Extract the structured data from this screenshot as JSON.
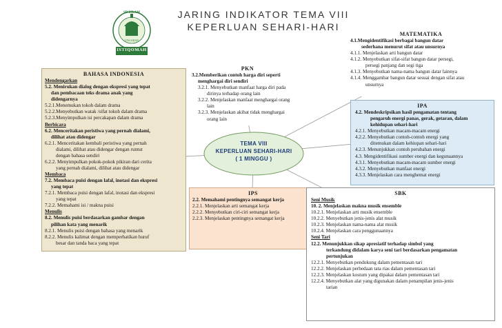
{
  "title": {
    "line1": "JARING INDIKATOR TEMA VIII",
    "line2": "KEPERLUAN SEHARI-HARI"
  },
  "logo": {
    "top_text": "SD ISLAM",
    "bottom_text": "ISTIQOMAH",
    "sub_text": "UNGARAN"
  },
  "center": {
    "line1": "TEMA VIII",
    "line2": "KEPERLUAN SEHARI-HARI",
    "line3": "( 1 MINGGU )"
  },
  "bahasa_indonesia": {
    "heading": "BAHASA INDONESIA",
    "lines": [
      {
        "text": "Mendengarkan",
        "style": "u"
      },
      {
        "text": "5.2.  Menirukan dialog dengan ekspresi yang tepat",
        "style": "b"
      },
      {
        "text": "dan pembacaan teks drama anak yang",
        "style": "b i1"
      },
      {
        "text": "didengarnya",
        "style": "b i1"
      },
      {
        "text": "5.2.1.Menemukan tokoh dalam drama",
        "style": ""
      },
      {
        "text": "5.2.2.Menyebutkan watak /sifat tokoh dalam drama",
        "style": ""
      },
      {
        "text": "5.2.3.Menyimpulkan isi percakapan dalam drama",
        "style": ""
      },
      {
        "text": "Berbicara",
        "style": "u"
      },
      {
        "text": "6.2. Menceritakan peristiwa yang pernah dialami,",
        "style": "b"
      },
      {
        "text": "dilihat atau didengar",
        "style": "b i1"
      },
      {
        "text": "6.2.1. Menceritakan kembali  peristiwa yang pernah",
        "style": ""
      },
      {
        "text": "dialami, dilihat atau didengar dengan runtut",
        "style": "i2"
      },
      {
        "text": "dengan bahasa sendiri",
        "style": "i2"
      },
      {
        "text": "6.2.2. Menyimpulkan pokok-pokok pikiran dari cerita",
        "style": ""
      },
      {
        "text": "yang pernah dialami, dilihat atau didengar",
        "style": "i2"
      },
      {
        "text": "Membaca",
        "style": "u"
      },
      {
        "text": "7.2. Membaca puisi dengan lafal, inotasi dan ekspresi",
        "style": "b"
      },
      {
        "text": "yang tepat",
        "style": "b i1"
      },
      {
        "text": "7.2.1. Membaca puisi dengan lafal, inotasi dan ekspresi",
        "style": ""
      },
      {
        "text": "yang tepat",
        "style": "i2"
      },
      {
        "text": "7.2.2.   Memahami isi / makna puisi",
        "style": ""
      },
      {
        "text": "Menulis",
        "style": "u"
      },
      {
        "text": "8.2. Menulis puisi berdasarkan gambar dengan",
        "style": "b"
      },
      {
        "text": "pilihan kata yang menarik",
        "style": "b i1"
      },
      {
        "text": "8.2.1.  Menulis puisi dengan bahasa yang menarik",
        "style": ""
      },
      {
        "text": "8.2.2.  Menulis kalimat dengan memperhatikan huruf",
        "style": ""
      },
      {
        "text": "besar dan tanda baca yang tepat",
        "style": "i2"
      }
    ]
  },
  "pkn": {
    "heading": "PKN",
    "lines": [
      {
        "text": "3.2.Memberikan contoh harga diri seperti",
        "style": "b"
      },
      {
        "text": "menghargai diri sendiri",
        "style": "b i1"
      },
      {
        "text": "3.2.1. Menyebutkan manfaat harga diri pada",
        "style": "i1"
      },
      {
        "text": "dirinya terhadap orang lain",
        "style": "i3"
      },
      {
        "text": "3.2.2. Menjelaskan manfaat menghargai orang",
        "style": "i1"
      },
      {
        "text": "lain",
        "style": "i3"
      },
      {
        "text": "3.2.3. Menjelaskan akibat tidak menghargai",
        "style": "i1"
      },
      {
        "text": "orang lain",
        "style": "i3"
      }
    ]
  },
  "matematika": {
    "heading": "MATEMATIKA",
    "lines": [
      {
        "text": "4.1.Mengidentifikasi berbagai bangun datar",
        "style": "b"
      },
      {
        "text": "sederhana menurut sifat atau unsurnya",
        "style": "b i2"
      },
      {
        "text": "4.1.1. Menjelaskan arti bangun datar",
        "style": ""
      },
      {
        "text": "4.1.2. Menyebutkan sifat-sifat bangun datar persegi,",
        "style": ""
      },
      {
        "text": "persegi panjang dan segi tiga",
        "style": "i3"
      },
      {
        "text": "4.1.3. Menyebutkan nama-nama bangun datar lainnya",
        "style": ""
      },
      {
        "text": "4.1.4. Menggambar bangun datar sesuai dengan sifat atau",
        "style": ""
      },
      {
        "text": "unsurnya",
        "style": "i3"
      }
    ]
  },
  "ipa": {
    "heading": "IPA",
    "lines": [
      {
        "text": "4.2.      Mendeskripsikan  hasil  pengamatan  tentang",
        "style": "b"
      },
      {
        "text": "pengaruh energi panas, gerak, getaran, dalam",
        "style": "b i3"
      },
      {
        "text": "kehidupan sehari-hari",
        "style": "b i3"
      },
      {
        "text": "4.2.1.  Menyebutkan macam-macam energi",
        "style": ""
      },
      {
        "text": "4.2.2.  Menyebutkan contoh-contoh energi yang",
        "style": ""
      },
      {
        "text": "ditemukan dalam kehiupan sehari-hari",
        "style": "i3"
      },
      {
        "text": "4.2.3.  Menunjukkan contoh perubahan energi",
        "style": ""
      },
      {
        "text": "4.3.     Mengidentifikasi sumber energi dan kegunaannya",
        "style": ""
      },
      {
        "text": "4.3.1.  Menyebutkan macam-macam sumber energi",
        "style": ""
      },
      {
        "text": "4.3.2.  Menyebutkan manfaat energi",
        "style": ""
      },
      {
        "text": "4.3.3.  Menjelaskan cara menghemat energi",
        "style": ""
      }
    ]
  },
  "ips": {
    "heading": "IPS",
    "lines": [
      {
        "text": "2.2. Memahami pentingnya semangat kerja",
        "style": "b"
      },
      {
        "text": "2.2.1. Menjelaskan arti semangat kerja",
        "style": ""
      },
      {
        "text": "2.2.2. Menyebutkan ciri-ciri semangat kerja",
        "style": ""
      },
      {
        "text": "2.2.3. Menjelaskan pentingnya semangat kerja",
        "style": ""
      }
    ]
  },
  "sbk": {
    "heading": "SBK",
    "lines": [
      {
        "text": "Seni Musik",
        "style": "u"
      },
      {
        "text": "10. 2.     Menjelaskan makna musik ensemble",
        "style": "b"
      },
      {
        "text": "10.2.1.   Menjelaskan arti musik ensemble",
        "style": ""
      },
      {
        "text": "10.2.2.   Menyebutkan jenis-jenis alat musik",
        "style": ""
      },
      {
        "text": "10.2.3.   Menjelaskan nama-nama alat musik",
        "style": ""
      },
      {
        "text": "10.2.4.   Menjelaskan cara penggunaannya",
        "style": ""
      },
      {
        "text": "Seni Tari",
        "style": "u"
      },
      {
        "text": "12.2.      Menunjukkan sikap apresiatif terhadap simbol yang",
        "style": "b"
      },
      {
        "text": "terkandung didalam karya seni tari berdasarkan pengamatan",
        "style": "b i3"
      },
      {
        "text": "pertunjukan",
        "style": "b i3"
      },
      {
        "text": "12.2.1.   Menyebutkan pendukung dalam pementasan tari",
        "style": ""
      },
      {
        "text": "12.2.2.   Menjelaskan perbedaan tata rias dalam pementasan tari",
        "style": ""
      },
      {
        "text": "12.2.3.   Menjelaskan kostum yang dipakai dalam pementasan tari",
        "style": ""
      },
      {
        "text": "12.2.4.   Menyebutkan alat yang digunakan dalam penampilan jenis-jenis",
        "style": ""
      },
      {
        "text": "tarian",
        "style": "i3"
      }
    ]
  },
  "colors": {
    "bi_box": "#efe6cf",
    "ipa_box": "#dcebf5",
    "ips_box": "#fbe3cf",
    "center_fill": "#e3f0db",
    "connector": "#999999"
  }
}
